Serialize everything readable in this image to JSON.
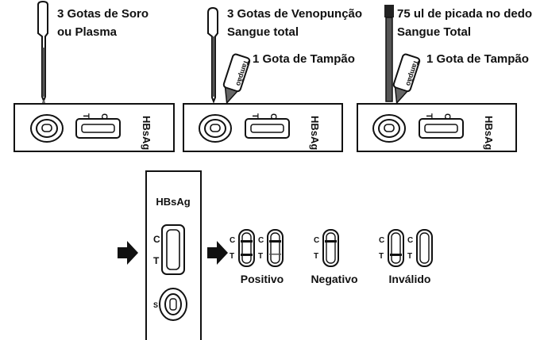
{
  "steps": [
    {
      "line1": "3 Gotas de Soro",
      "line2": "ou Plasma",
      "buffer_label": ""
    },
    {
      "line1": "3 Gotas de Venopunção",
      "line2": "Sangue total",
      "buffer_label": "1 Gota de Tampão"
    },
    {
      "line1": "75 ul de picada no dedo",
      "line2": "Sangue Total",
      "buffer_label": "1 Gota de Tampão"
    }
  ],
  "cassette": {
    "name": "HBsAg",
    "line_t": "T",
    "line_c": "C",
    "well_s": "S"
  },
  "bottle_label": "Tampão",
  "results": {
    "positive": "Positivo",
    "negative": "Negativo",
    "invalid": "Inválido"
  },
  "colors": {
    "ink": "#111111",
    "blood": "#444444",
    "line": "#111111"
  }
}
